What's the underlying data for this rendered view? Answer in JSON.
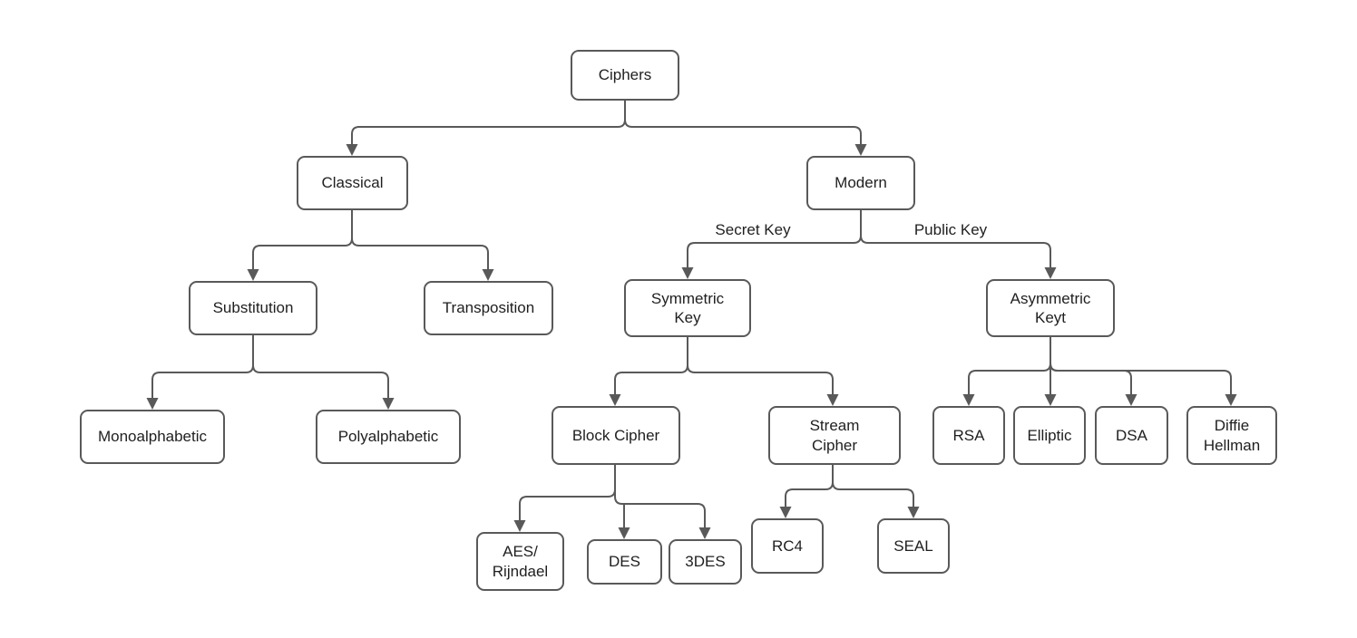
{
  "nodes": {
    "ciphers": {
      "label": "Ciphers"
    },
    "classical": {
      "label": "Classical"
    },
    "modern": {
      "label": "Modern"
    },
    "substitution": {
      "label": "Substitution"
    },
    "transposition": {
      "label": "Transposition"
    },
    "symmetric_key": {
      "label": "Symmetric Key"
    },
    "asymmetric_keyt": {
      "label": "Asymmetric Keyt"
    },
    "monoalphabetic": {
      "label": "Monoalphabetic"
    },
    "polyalphabetic": {
      "label": "Polyalphabetic"
    },
    "block_cipher": {
      "label": "Block Cipher"
    },
    "stream_cipher": {
      "label": "Stream Cipher"
    },
    "aes_rijndael": {
      "label": "AES/ Rijndael"
    },
    "des": {
      "label": "DES"
    },
    "3des": {
      "label": "3DES"
    },
    "rc4": {
      "label": "RC4"
    },
    "seal": {
      "label": "SEAL"
    },
    "rsa": {
      "label": "RSA"
    },
    "elliptic": {
      "label": "Elliptic"
    },
    "dsa": {
      "label": "DSA"
    },
    "diffie_hellman": {
      "label": "Diffie Hellman"
    }
  },
  "edge_labels": {
    "secret_key": "Secret Key",
    "public_key": "Public Key"
  },
  "colors": {
    "line": "#595959",
    "text": "#1f1f1f",
    "background": "#ffffff"
  }
}
